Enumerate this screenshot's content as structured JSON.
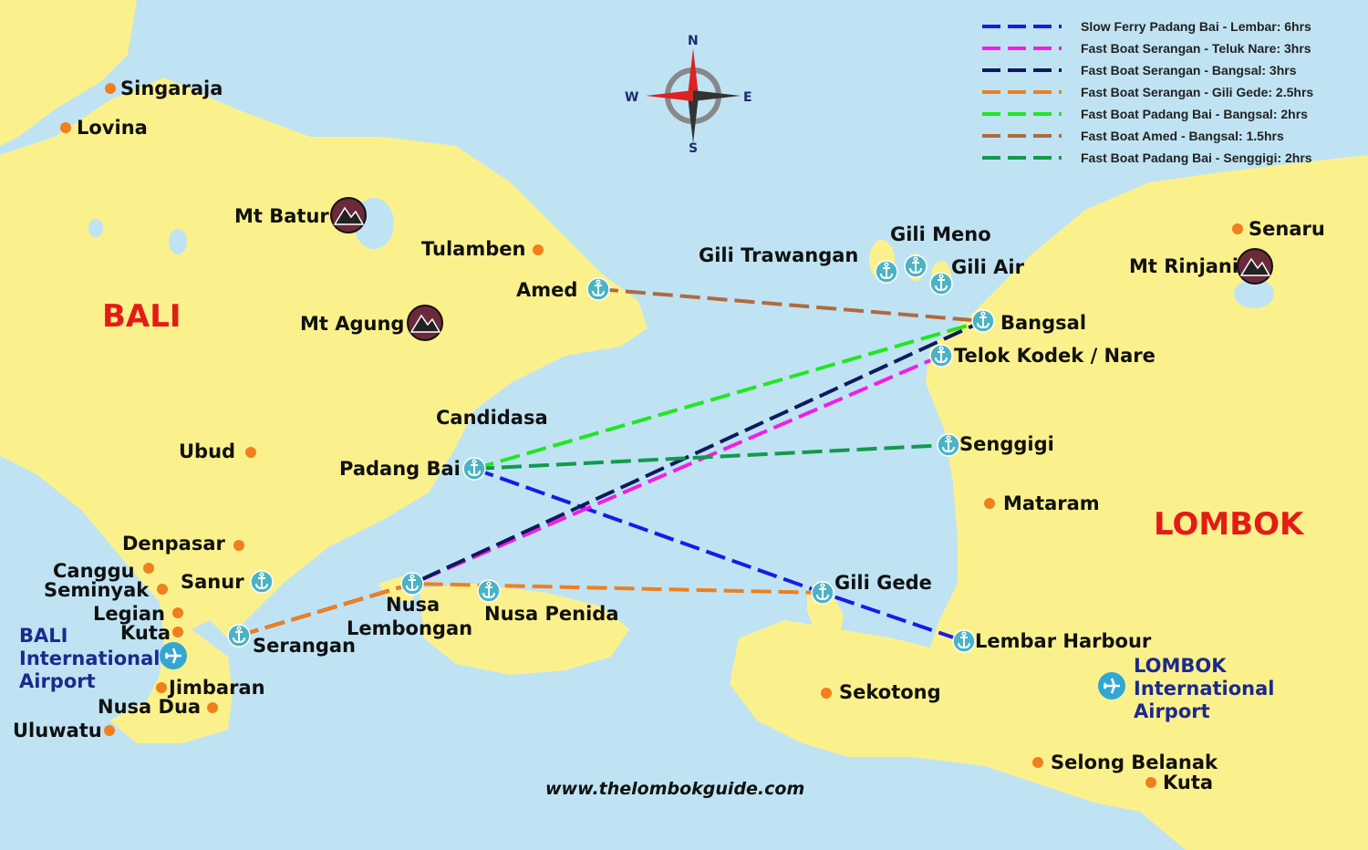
{
  "title": "www.thelombokguide.com",
  "islands": {
    "bali": "BALI",
    "lombok": "LOMBOK"
  },
  "colors": {
    "sea": "#bfe3f3",
    "land": "#fbf18c",
    "town_dot": "#f07f1d",
    "port_icon": "#4bb3c4",
    "island_label": "#e41b17",
    "airport_label": "#1c2a8c"
  },
  "legend": [
    {
      "label": "Slow Ferry Padang Bai - Lembar: 6hrs",
      "color": "#1a1ae6"
    },
    {
      "label": "Fast Boat Serangan - Teluk Nare: 3hrs",
      "color": "#f01ee6"
    },
    {
      "label": "Fast Boat Serangan - Bangsal: 3hrs",
      "color": "#0f1a5c"
    },
    {
      "label": "Fast Boat Serangan - Gili Gede: 2.5hrs",
      "color": "#f07f1d"
    },
    {
      "label": "Fast Boat Padang Bai - Bangsal: 2hrs",
      "color": "#22e622"
    },
    {
      "label": "Fast Boat Amed - Bangsal: 1.5hrs",
      "color": "#b06a3e"
    },
    {
      "label": "Fast Boat Padang Bai - Senggigi: 2hrs",
      "color": "#129a4c"
    }
  ],
  "compass": {
    "n": "N",
    "s": "S",
    "e": "E",
    "w": "W"
  },
  "towns": {
    "singaraja": "Singaraja",
    "lovina": "Lovina",
    "tulamben": "Tulamben",
    "candidasa": "Candidasa",
    "ubud": "Ubud",
    "denpasar": "Denpasar",
    "canggu": "Canggu",
    "seminyak": "Seminyak",
    "legian": "Legian",
    "kuta_bali": "Kuta",
    "jimbaran": "Jimbaran",
    "nusa_dua": "Nusa Dua",
    "uluwatu": "Uluwatu",
    "senaru": "Senaru",
    "mataram": "Mataram",
    "sekotong": "Sekotong",
    "selong_belanak": "Selong Belanak",
    "kuta_lombok": "Kuta"
  },
  "mountains": {
    "batur": "Mt Batur",
    "agung": "Mt Agung",
    "rinjani": "Mt Rinjani"
  },
  "ports": {
    "amed": "Amed",
    "padang_bai": "Padang Bai",
    "sanur": "Sanur",
    "serangan": "Serangan",
    "nusa_lembongan_1": "Nusa",
    "nusa_lembongan_2": "Lembongan",
    "nusa_penida": "Nusa Penida",
    "bangsal": "Bangsal",
    "teluk_kodek": "Telok Kodek / Nare",
    "senggigi": "Senggigi",
    "gili_gede": "Gili Gede",
    "lembar": "Lembar Harbour"
  },
  "gilis": {
    "trawangan": "Gili Trawangan",
    "meno": "Gili Meno",
    "air": "Gili Air"
  },
  "airports": {
    "bali": [
      "BALI",
      "International",
      "Airport"
    ],
    "lombok": [
      "LOMBOK",
      "International",
      "Airport"
    ]
  }
}
